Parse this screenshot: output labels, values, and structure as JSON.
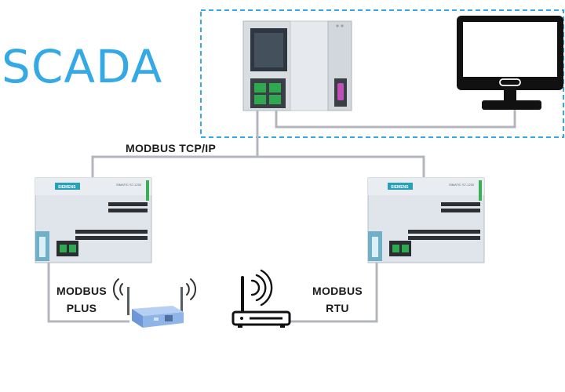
{
  "title": "SCADA",
  "networks": {
    "tcp": "MODBUS TCP/IP",
    "plus": {
      "line1": "MODBUS",
      "line2": "PLUS"
    },
    "rtu": {
      "line1": "MODBUS",
      "line2": "RTU"
    }
  },
  "plc_left": {
    "brand": "SIEMENS",
    "model": "SIMATIC S7-1200"
  },
  "plc_right": {
    "brand": "SIEMENS",
    "model": "SIMATIC S7-1200"
  },
  "colors": {
    "accent": "#35a9e6",
    "wire": "#b3b7bc",
    "port_green": "#2fa84f",
    "port_purple": "#c04fb8",
    "device_blue": "#8fb5e8",
    "plc_body": "#dfe5ea"
  },
  "icons": [
    "monitor-icon",
    "router-icon",
    "usb-adapter-icon",
    "wifi-signal-icon"
  ]
}
